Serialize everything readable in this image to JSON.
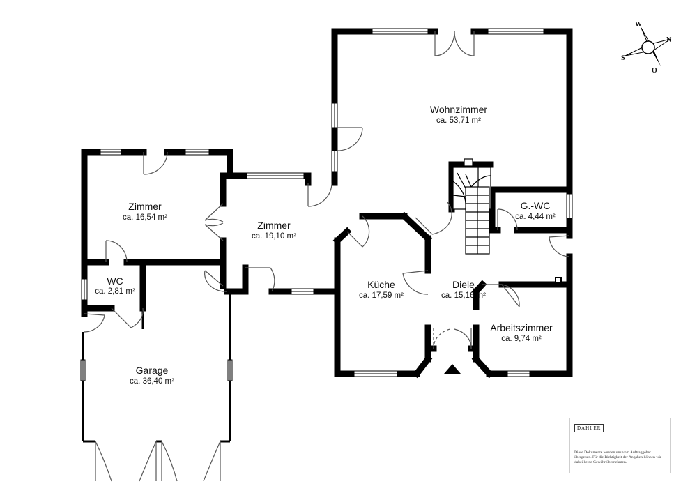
{
  "rooms": [
    {
      "id": "wohnzimmer",
      "name": "Wohnzimmer",
      "area": "ca. 53,71 m²"
    },
    {
      "id": "zimmer-1",
      "name": "Zimmer",
      "area": "ca. 16,54 m²"
    },
    {
      "id": "zimmer-2",
      "name": "Zimmer",
      "area": "ca. 19,10 m²"
    },
    {
      "id": "g-wc",
      "name": "G.-WC",
      "area": "ca. 4,44 m²"
    },
    {
      "id": "wc",
      "name": "WC",
      "area": "ca. 2,81 m²"
    },
    {
      "id": "kueche",
      "name": "Küche",
      "area": "ca. 17,59 m²"
    },
    {
      "id": "diele",
      "name": "Diele",
      "area": "ca. 15,16 m²"
    },
    {
      "id": "arbeitszimmer",
      "name": "Arbeitszimmer",
      "area": "ca. 9,74 m²"
    },
    {
      "id": "garage",
      "name": "Garage",
      "area": "ca. 36,40 m²"
    }
  ],
  "compass": {
    "north": "N",
    "east": "O",
    "south": "S",
    "west": "W"
  },
  "notice": {
    "logo": "DAHLER",
    "text": "Diese Dokumente wurden uns vom Auftraggeber übergeben. Für die Richtigkeit der Angaben können wir dabei keine Gewähr übernehmen."
  }
}
